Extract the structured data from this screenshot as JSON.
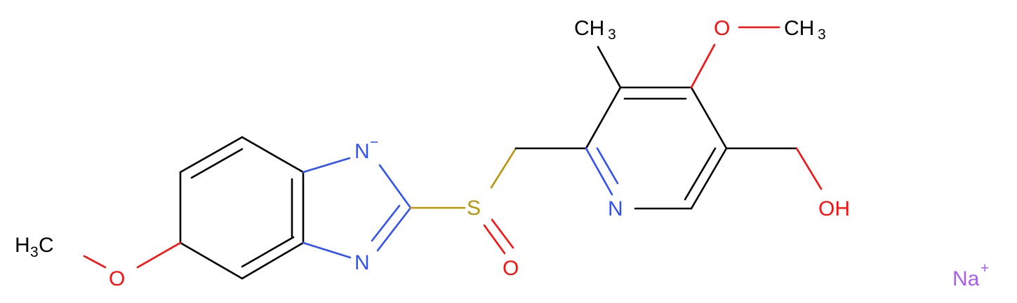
{
  "molecule": {
    "colors": {
      "carbon": "#000000",
      "oxygen": "#ff0d0d",
      "nitrogen": "#3050f8",
      "sulfur": "#b8960c",
      "sodium": "#ab5cf2"
    },
    "labels": {
      "ch3_top": "CH",
      "ch3_top_sub": "3",
      "o_methoxy_top": "O",
      "ch3_methoxy_top": "CH",
      "ch3_methoxy_top_sub": "3",
      "n_anion": "N",
      "n_anion_charge": "−",
      "s_sulfinyl": "S",
      "o_sulfinyl": "O",
      "n_imidazole": "N",
      "n_pyridine": "N",
      "oh": "OH",
      "h3c_prefix": "H",
      "h3c_sub": "3",
      "h3c_suffix": "C",
      "o_methoxy_left": "O",
      "na": "Na",
      "na_charge": "+"
    }
  }
}
